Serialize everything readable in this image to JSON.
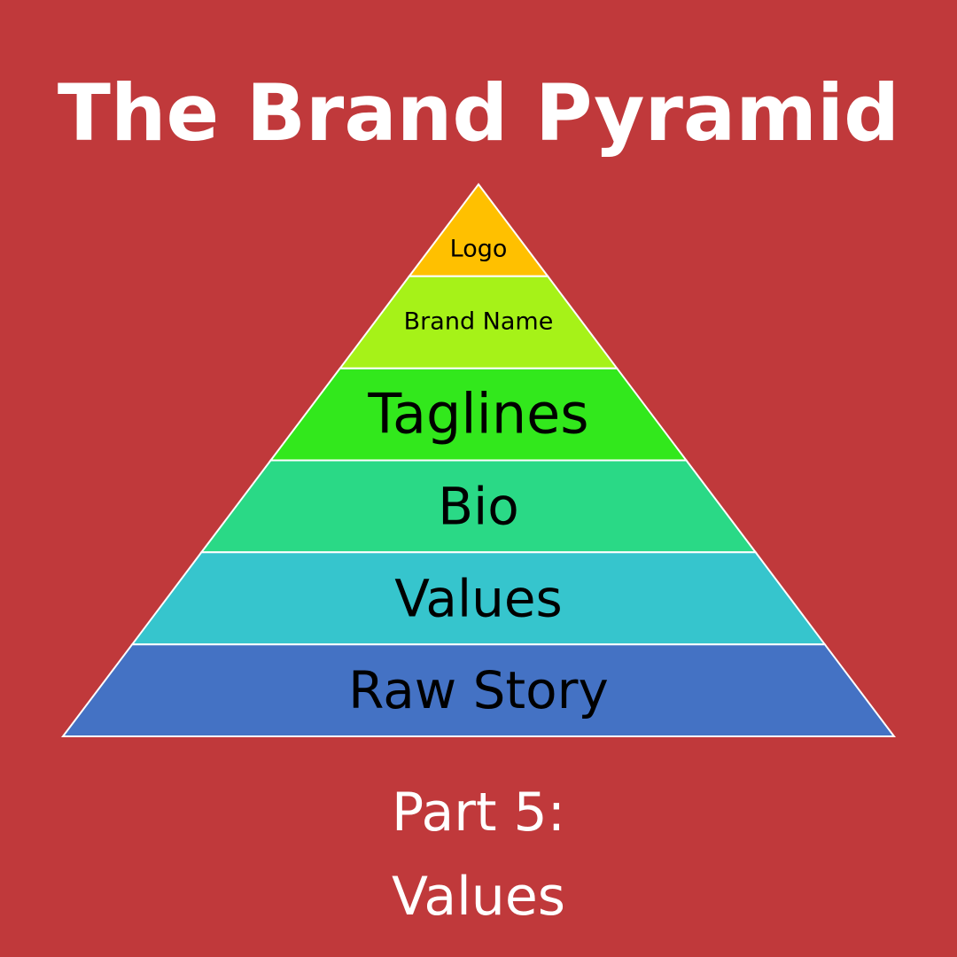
{
  "title": "The Brand Pyramid",
  "pyramid": {
    "levels": [
      {
        "label": "Logo",
        "color": "#ffc000"
      },
      {
        "label": "Brand Name",
        "color": "#a6f218"
      },
      {
        "label": "Taglines",
        "color": "#32e81c"
      },
      {
        "label": "Bio",
        "color": "#2ad986"
      },
      {
        "label": "Values",
        "color": "#36c5cd"
      },
      {
        "label": "Raw Story",
        "color": "#4472c4"
      }
    ],
    "outline_color": "#ffffff"
  },
  "subtitle": {
    "line1": "Part 5:",
    "line2": "Values"
  },
  "background_color": "#c0393b"
}
